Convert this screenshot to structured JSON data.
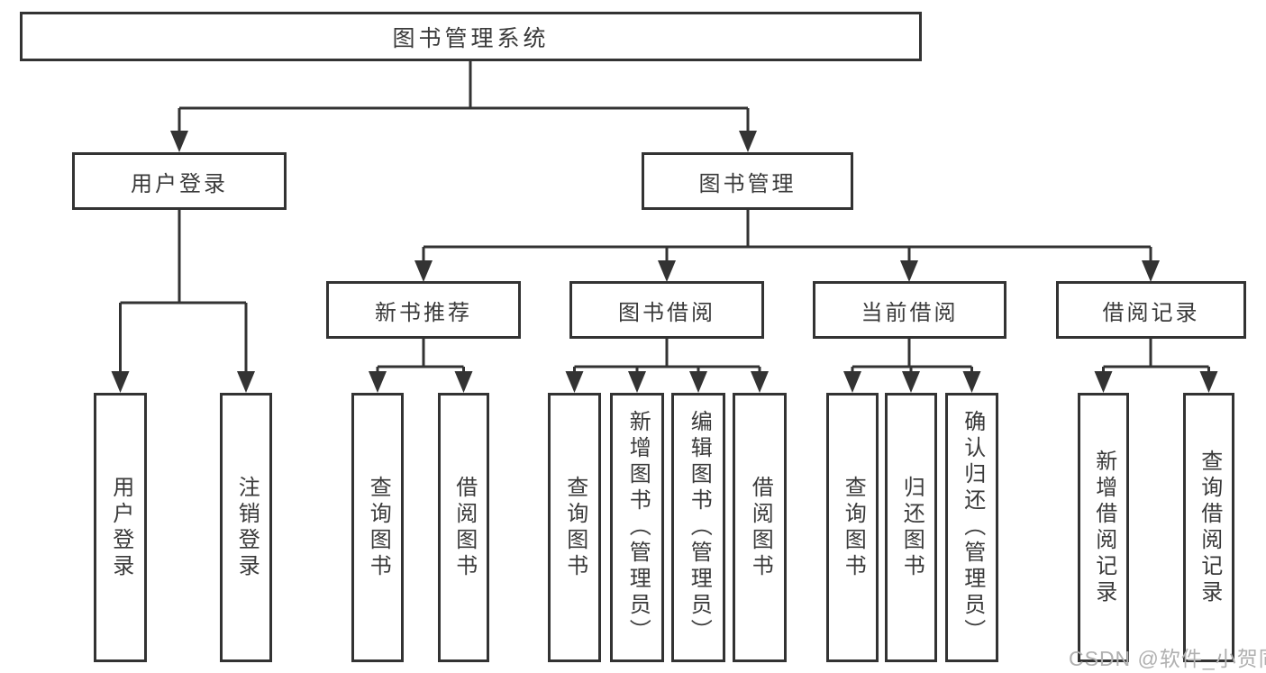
{
  "tree": {
    "root": {
      "label": "图书管理系统"
    },
    "branches": [
      {
        "label": "用户登录",
        "children": [
          {
            "label": "用户登录"
          },
          {
            "label": "注销登录"
          }
        ]
      },
      {
        "label": "图书管理",
        "children": [
          {
            "label": "新书推荐",
            "children": [
              {
                "label": "查询图书"
              },
              {
                "label": "借阅图书"
              }
            ]
          },
          {
            "label": "图书借阅",
            "children": [
              {
                "label": "查询图书"
              },
              {
                "label": "新增图书（管理员）"
              },
              {
                "label": "编辑图书（管理员）"
              },
              {
                "label": "借阅图书"
              }
            ]
          },
          {
            "label": "当前借阅",
            "children": [
              {
                "label": "查询图书"
              },
              {
                "label": "归还图书"
              },
              {
                "label": "确认归还（管理员）"
              }
            ]
          },
          {
            "label": "借阅记录",
            "children": [
              {
                "label": "新增借阅记录"
              },
              {
                "label": "查询借阅记录"
              }
            ]
          }
        ]
      }
    ]
  },
  "watermark": {
    "text": "CSDN @软件_小贺同学"
  },
  "colors": {
    "line": "#333333",
    "text": "#3a3a3a",
    "background": "#ffffff",
    "watermark": "#b0b0b0"
  }
}
